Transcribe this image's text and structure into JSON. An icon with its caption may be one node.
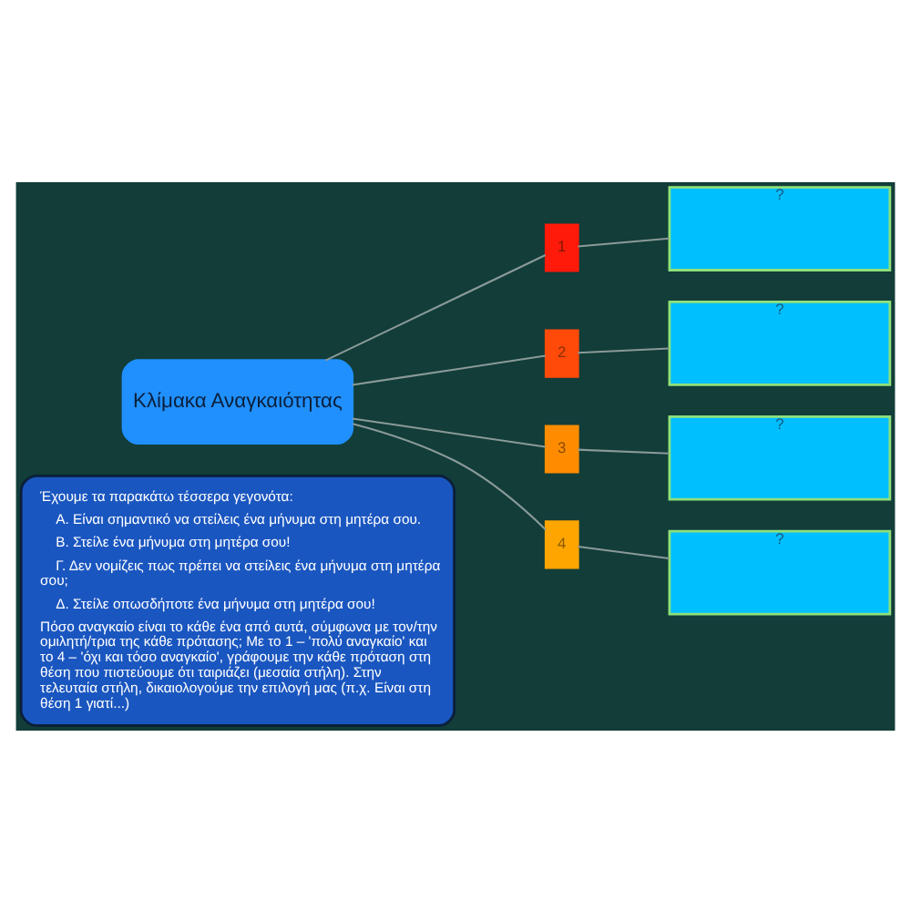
{
  "diagram": {
    "nodes": [
      {
        "text": [
          "Έχουμε τα παρακάτω τέσσερα γεγονότα:",
          "Α. Είναι σημαντικό να στείλεις ένα μήνυμα στη μητέρα σου.",
          "Β. Στείλε ένα μήνυμα στη μητέρα σου!",
          "Γ. Δεν νομίζεις πως πρέπει να στείλεις ένα μήνυμα στη μητέρα σου;",
          "Δ. Στείλε οπωσδήποτε ένα μήνυμα στη μητέρα σου!",
          "Πόσο αναγκαίο είναι το κάθε ένα από αυτά, σύμφωνα με τον/την ομιλητή/τρια της κάθε πρότασης; Με το 1 – 'πολύ αναγκαίο' και το 4 – 'όχι και τόσο αναγκαίο', γράφουμε την κάθε πρόταση στη θέση που πιστεύουμε ότι ταιριάζει (μεσαία στήλη). Στην τελευταία στήλη, δικαιολογούμε την επιλογή μας (π.χ. Είναι στη θέση 1 γιατί...)"
        ]
      },
      {
        "text": [
          "Κλίμακα Αναγκαιότητας"
        ]
      },
      {
        "text": [
          "1"
        ]
      },
      {
        "text": [
          "2"
        ]
      },
      {
        "text": [
          "3"
        ]
      },
      {
        "text": [
          "4"
        ]
      },
      {
        "text": [
          "?"
        ]
      },
      {
        "text": [
          "?"
        ]
      },
      {
        "text": [
          "?"
        ]
      },
      {
        "text": [
          "?"
        ]
      }
    ],
    "edges": [
      {
        "from": 1,
        "to": 2,
        "arrow": "none"
      },
      {
        "from": 1,
        "to": 3,
        "arrow": "none"
      },
      {
        "from": 1,
        "to": 4,
        "arrow": "none"
      },
      {
        "from": 1,
        "to": 5,
        "arrow": "none"
      },
      {
        "from": 2,
        "to": 6,
        "arrow": "none"
      },
      {
        "from": 3,
        "to": 7,
        "arrow": "none"
      },
      {
        "from": 4,
        "to": 8,
        "arrow": "none"
      },
      {
        "from": 5,
        "to": 9,
        "arrow": "none"
      }
    ]
  }
}
